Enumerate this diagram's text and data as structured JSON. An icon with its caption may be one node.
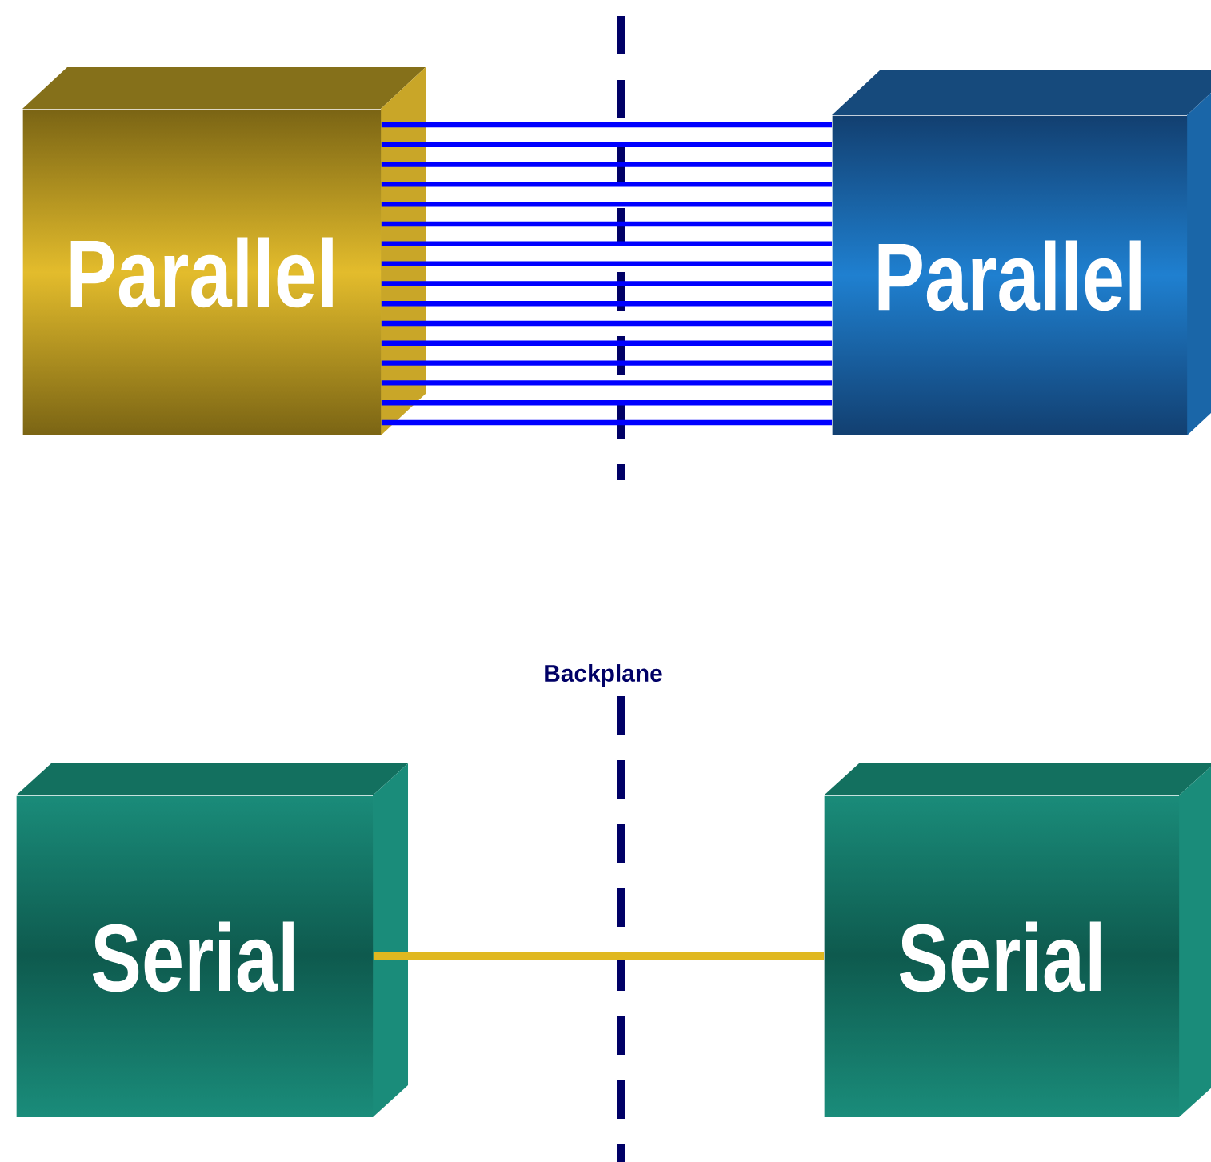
{
  "diagram": {
    "nodes": [
      {
        "text": [
          "Parallel"
        ]
      },
      {
        "text": [
          "Parallel"
        ]
      },
      {
        "text": [
          "Serial"
        ]
      },
      {
        "text": [
          "Serial"
        ]
      }
    ],
    "edges": [
      {
        "from": 0,
        "to": 1,
        "arrow": "none"
      },
      {
        "from": 0,
        "to": 1,
        "arrow": "none"
      },
      {
        "from": 0,
        "to": 1,
        "arrow": "none"
      },
      {
        "from": 0,
        "to": 1,
        "arrow": "none"
      },
      {
        "from": 0,
        "to": 1,
        "arrow": "none"
      },
      {
        "from": 0,
        "to": 1,
        "arrow": "none"
      },
      {
        "from": 0,
        "to": 1,
        "arrow": "none"
      },
      {
        "from": 0,
        "to": 1,
        "arrow": "none"
      },
      {
        "from": 0,
        "to": 1,
        "arrow": "none"
      },
      {
        "from": 0,
        "to": 1,
        "arrow": "none"
      },
      {
        "from": 0,
        "to": 1,
        "arrow": "none"
      },
      {
        "from": 0,
        "to": 1,
        "arrow": "none"
      },
      {
        "from": 0,
        "to": 1,
        "arrow": "none"
      },
      {
        "from": 0,
        "to": 1,
        "arrow": "none"
      },
      {
        "from": 0,
        "to": 1,
        "arrow": "none"
      },
      {
        "from": 0,
        "to": 1,
        "arrow": "none"
      },
      {
        "from": 2,
        "to": 3,
        "arrow": "none",
        "color": "#e0b820"
      }
    ],
    "labels": [
      "Backplane"
    ]
  }
}
